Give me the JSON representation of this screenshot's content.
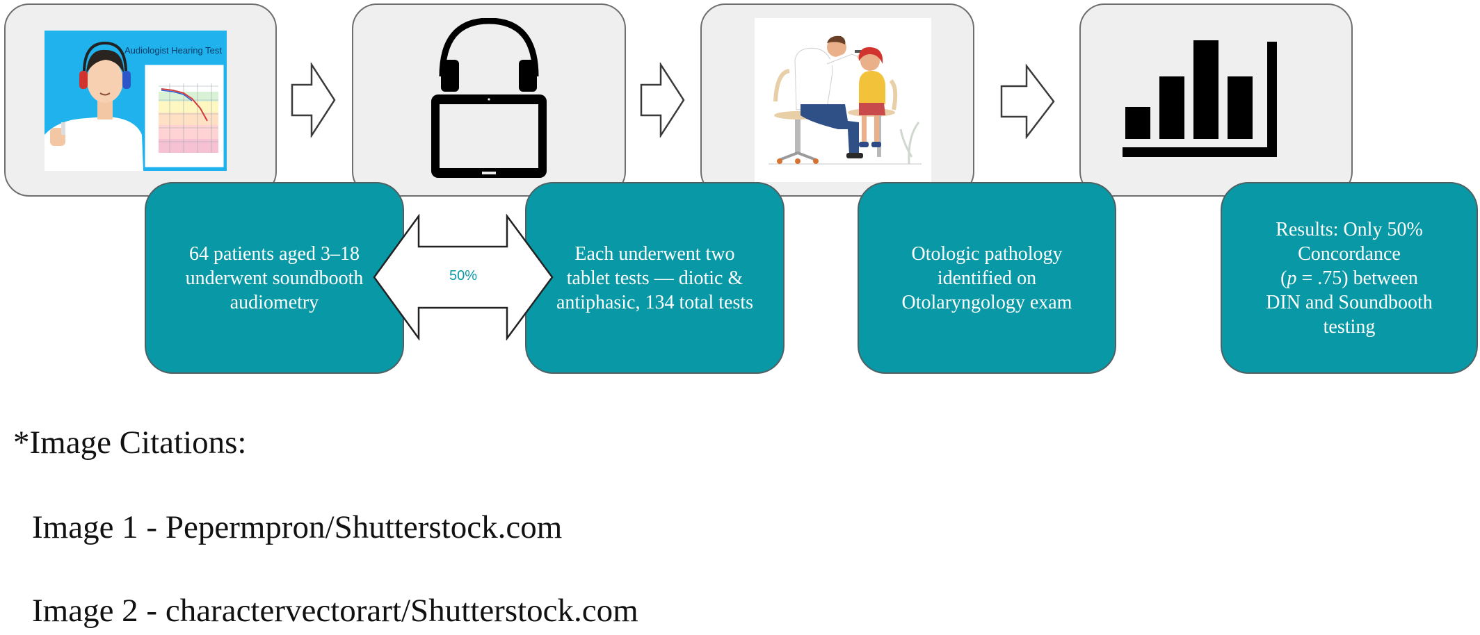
{
  "figure": {
    "illustrations": [
      {
        "name": "audiologist-hearing-test",
        "caption": "Audiologist Hearing Test"
      },
      {
        "name": "headphones-tablet"
      },
      {
        "name": "otolaryngology-exam"
      },
      {
        "name": "results-bar-chart"
      }
    ],
    "boxes": [
      {
        "text": "64 patients aged 3–18 underwent soundbooth audiometry"
      },
      {
        "text": "Each underwent two tablet tests — diotic & antiphasic, 134 total tests"
      },
      {
        "text": "Otologic pathology identified on Otolaryngology exam"
      },
      {
        "line1": "Results: Only 50%",
        "line2": "Concordance",
        "p_symbol": "p",
        "p_rest": " = .75) between",
        "line4": "DIN and Soundbooth",
        "line5": "testing"
      }
    ],
    "double_arrow_label": "50%"
  },
  "citations": {
    "heading": "*Image Citations:",
    "items": [
      "Image 1 - Pepermpron/Shutterstock.com",
      "Image 2 - charactervectorart/Shutterstock.com"
    ]
  },
  "colors": {
    "teal": "#0898a6",
    "panel": "#efefef",
    "panel_border": "#6e6e6e"
  }
}
